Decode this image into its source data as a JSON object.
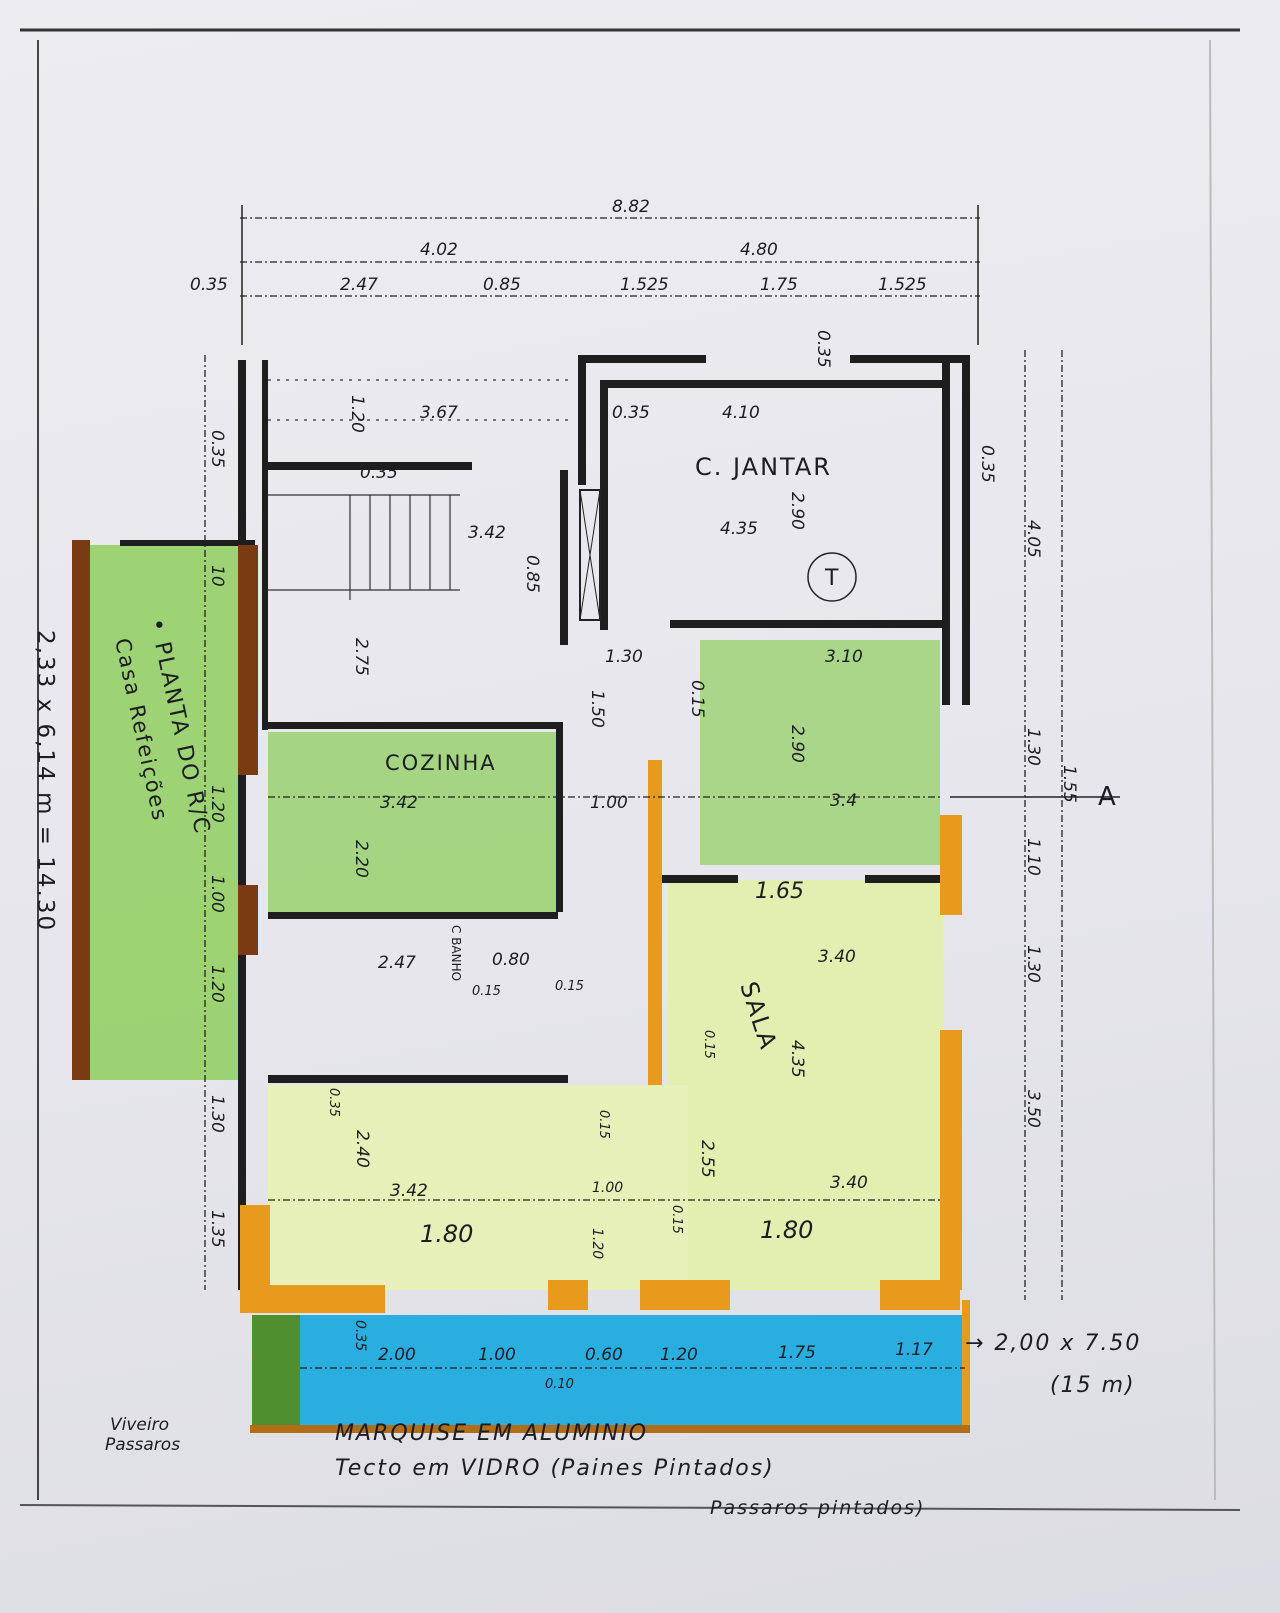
{
  "rooms": {
    "dining": "C. JANTAR",
    "kitchen": "COZINHA",
    "living": "SALA",
    "bath": "C BANHO",
    "plan_title": "• PLANTA DO R/C",
    "annex": "Casa Refeições",
    "annex_area": "2,33 x 6,14 m = 14.30",
    "aviary": "Viveiro",
    "aviary2": "Passaros",
    "toilet_mark": "T",
    "section_mark": "A"
  },
  "notes": {
    "line1": "MARQUISE EM ALUMINIO",
    "line2": "Tecto em VIDRO (Paines Pintados)",
    "line3": "Passaros pintados)",
    "marquise_size": "→ 2,00 x 7.50",
    "marquise_area": "(15 m)"
  },
  "dims_top": [
    "8.82",
    "4.02",
    "4.80",
    "0.35",
    "2.47",
    "0.85",
    "1.525",
    "1.75",
    "1.525",
    "0.35"
  ],
  "dims_inner": [
    "3.67",
    "1.20",
    "0.35",
    "4.10",
    "0.35",
    "3.42",
    "4.35",
    "2.90",
    "0.85",
    "1.30",
    "3.10",
    "2.75",
    "1.50",
    "0.15",
    "2.90",
    "3.42",
    "1.00",
    "3.4",
    "2.20",
    "1.65",
    "3.40",
    "2.47",
    "0.80",
    "0.15",
    "0.15",
    "4.35",
    "2.55",
    "3.40",
    "2.40",
    "3.42",
    "1.00",
    "1.20",
    "1.80",
    "1.80",
    "0.15",
    "0.15",
    "0.15"
  ],
  "dims_pool": [
    "0.35",
    "2.00",
    "1.00",
    "0.60",
    "1.20",
    "1.75",
    "1.17",
    "0.10"
  ],
  "dims_right": [
    "0.35",
    "4.05",
    "1.30",
    "1.55",
    "1.10",
    "1.30",
    "3.50"
  ],
  "dims_left": [
    "0.35",
    "10",
    "1.20",
    "1.00",
    "1.20",
    "1.30",
    "1.35",
    "0.35"
  ],
  "colors": {
    "paper": "#e9e9ee",
    "green": "#8fcf5e",
    "lightgreen": "#e3efb0",
    "orange": "#e89a1c",
    "pool": "#2aaee0",
    "wall": "#1e1e1e",
    "brown": "#7a3b12"
  }
}
